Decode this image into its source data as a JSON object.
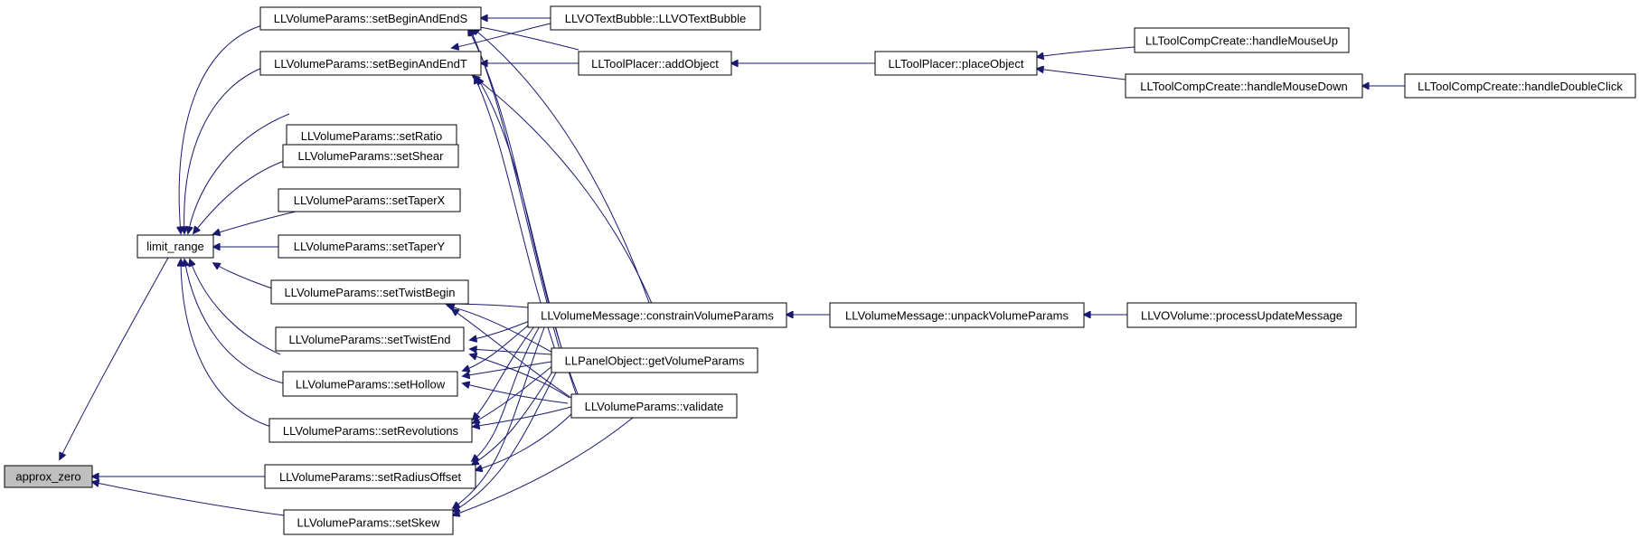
{
  "colors": {
    "edge": "#191970",
    "focus_node_fill": "#bfbfbf",
    "node_fill": "#ffffff",
    "node_border": "#000000"
  },
  "nodes": {
    "approx_zero": "approx_zero",
    "limit_range": "limit_range",
    "setBeginAndEndS": "LLVolumeParams::setBeginAndEndS",
    "setBeginAndEndT": "LLVolumeParams::setBeginAndEndT",
    "setRatio": "LLVolumeParams::setRatio",
    "setShear": "LLVolumeParams::setShear",
    "setTaperX": "LLVolumeParams::setTaperX",
    "setTaperY": "LLVolumeParams::setTaperY",
    "setTwistBegin": "LLVolumeParams::setTwistBegin",
    "setTwistEnd": "LLVolumeParams::setTwistEnd",
    "setHollow": "LLVolumeParams::setHollow",
    "setRevolutions": "LLVolumeParams::setRevolutions",
    "setRadiusOffset": "LLVolumeParams::setRadiusOffset",
    "setSkew": "LLVolumeParams::setSkew",
    "textBubble": "LLVOTextBubble::LLVOTextBubble",
    "addObject": "LLToolPlacer::addObject",
    "placeObject": "LLToolPlacer::placeObject",
    "handleMouseUp": "LLToolCompCreate::handleMouseUp",
    "handleMouseDown": "LLToolCompCreate::handleMouseDown",
    "handleDoubleClick": "LLToolCompCreate::handleDoubleClick",
    "constrainVolumeParams": "LLVolumeMessage::constrainVolumeParams",
    "unpackVolumeParams": "LLVolumeMessage::unpackVolumeParams",
    "processUpdateMessage": "LLVOVolume::processUpdateMessage",
    "getVolumeParams": "LLPanelObject::getVolumeParams",
    "validate": "LLVolumeParams::validate"
  }
}
